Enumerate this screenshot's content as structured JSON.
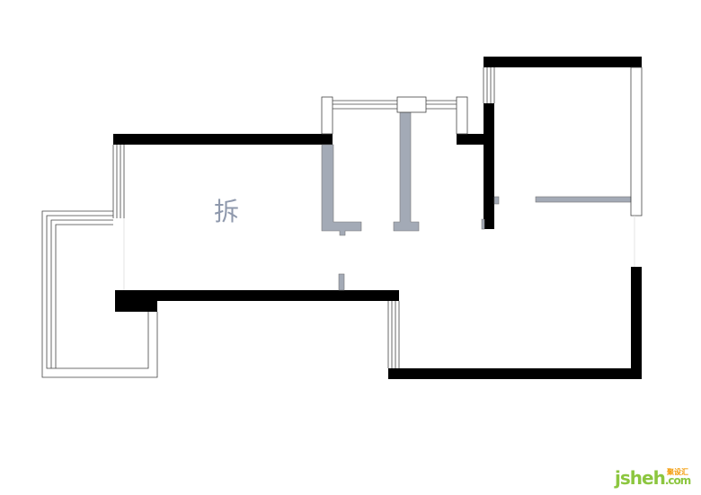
{
  "plan": {
    "demolish_label": "拆",
    "colors": {
      "wall": "#000000",
      "demolish": "#a3aab6",
      "window": "#555555"
    }
  },
  "logo": {
    "brand": "jsheh",
    "domain": ".com",
    "chinese": "聚设汇"
  }
}
